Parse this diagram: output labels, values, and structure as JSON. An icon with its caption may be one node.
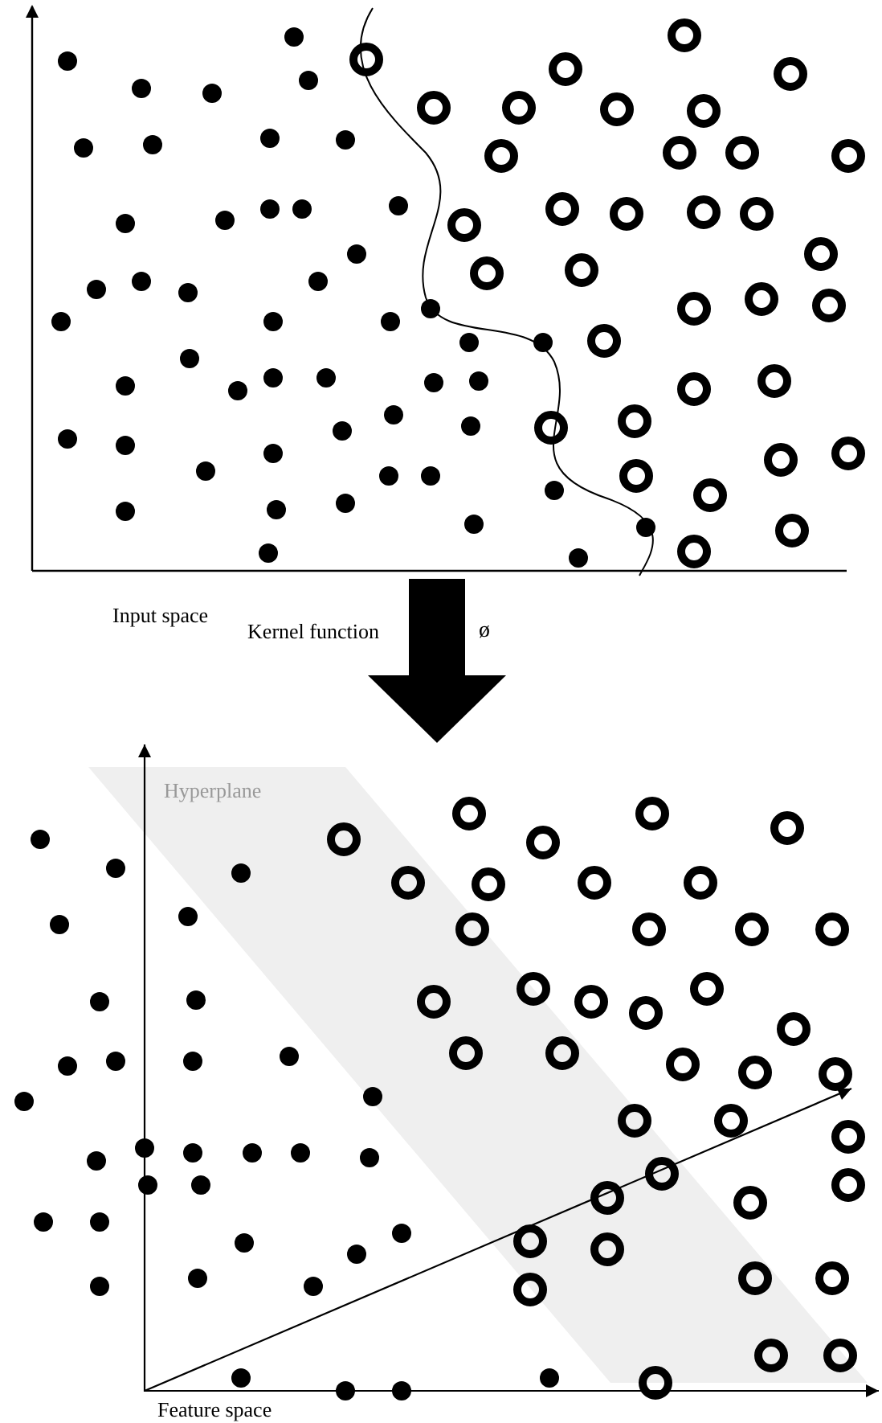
{
  "diagram": {
    "nodes": [
      {
        "text": [],
        "shape": "picture",
        "beside": [
          "Input space"
        ]
      },
      {
        "text": [],
        "shape": "picture",
        "beside": [
          "Feature space"
        ]
      },
      {
        "text": [
          "Hyperplane"
        ],
        "in": 1
      }
    ],
    "edges": [
      {
        "from": 0,
        "to": 1,
        "arrow": "to",
        "label": "Kernel function"
      }
    ],
    "labels": [
      "ø"
    ]
  }
}
